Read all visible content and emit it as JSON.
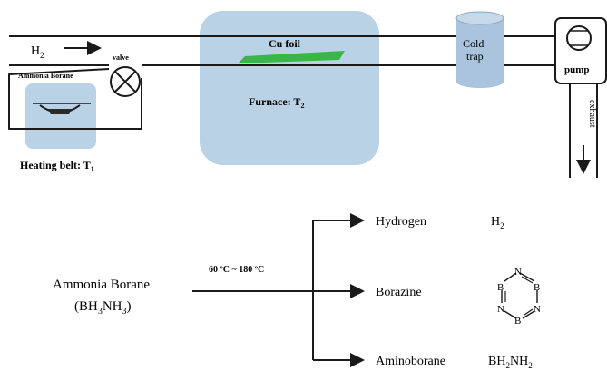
{
  "apparatus": {
    "gas_label": "H",
    "gas_label_sub": "2",
    "valve_label": "valve",
    "source_label": "Ammonia Borane",
    "heating_label": "Heating belt: T",
    "heating_label_sub": "1",
    "substrate_label": "Cu foil",
    "furnace_label": "Furnace: T",
    "furnace_label_sub": "2",
    "trap_label_line1": "Cold",
    "trap_label_line2": "trap",
    "pump_label": "pump",
    "exhaust_label": "exhaust",
    "colors": {
      "zone_fill": "#b9d2e6",
      "trap_fill": "#a9c4dc",
      "cu_foil": "#39b54a",
      "line": "#1a1a1a"
    },
    "icons": [
      "flow-arrow-icon",
      "valve-icon",
      "boat-icon",
      "pump-icon",
      "exhaust-arrow-icon"
    ]
  },
  "reaction": {
    "reactant_line1": "Ammonia Borane",
    "reactant_line2_parts": [
      "(BH",
      "3",
      "NH",
      "3",
      ")"
    ],
    "condition": "60 ºC ~ 180 ºC",
    "products": [
      {
        "name": "Hydrogen",
        "formula_parts": [
          "H",
          "2"
        ]
      },
      {
        "name": "Borazine",
        "ring_atoms": [
          "N",
          "B",
          "N",
          "B",
          "N",
          "B"
        ]
      },
      {
        "name": "Aminoborane",
        "formula_parts": [
          "BH",
          "2",
          "NH",
          "2"
        ]
      }
    ]
  }
}
